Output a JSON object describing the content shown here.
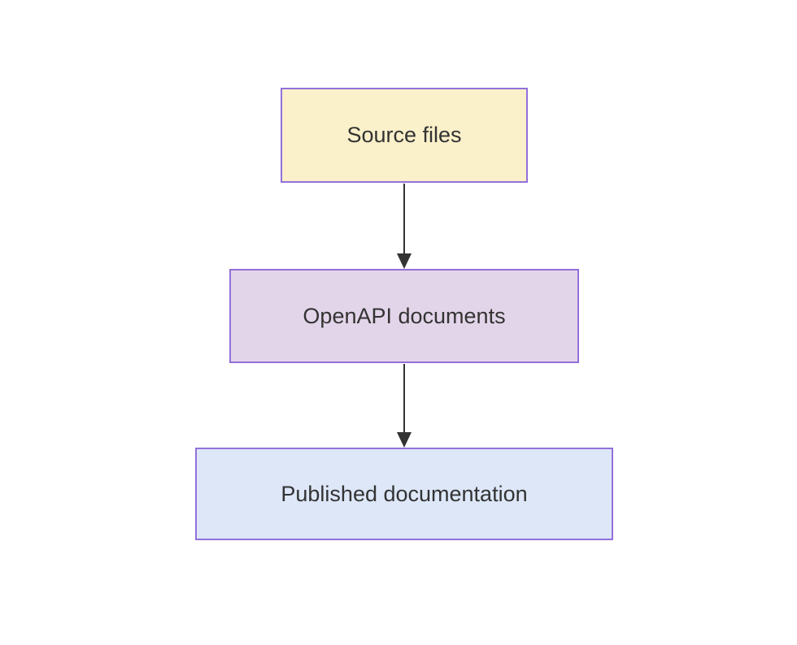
{
  "diagram": {
    "type": "flowchart",
    "direction": "top-down",
    "nodes": [
      {
        "id": "source",
        "label": "Source files",
        "fill": "#FAF0CA",
        "border": "#9370DB"
      },
      {
        "id": "openapi",
        "label": "OpenAPI documents",
        "fill": "#E3D5E9",
        "border": "#9370DB"
      },
      {
        "id": "published",
        "label": "Published documentation",
        "fill": "#DDE7F8",
        "border": "#9370DB"
      }
    ],
    "edges": [
      {
        "from": "source",
        "to": "openapi",
        "style": "solid-arrow"
      },
      {
        "from": "openapi",
        "to": "published",
        "style": "solid-arrow"
      }
    ],
    "colors": {
      "edge": "#333333",
      "text": "#333333",
      "node_border": "#9370DB",
      "background": "#ffffff"
    }
  }
}
